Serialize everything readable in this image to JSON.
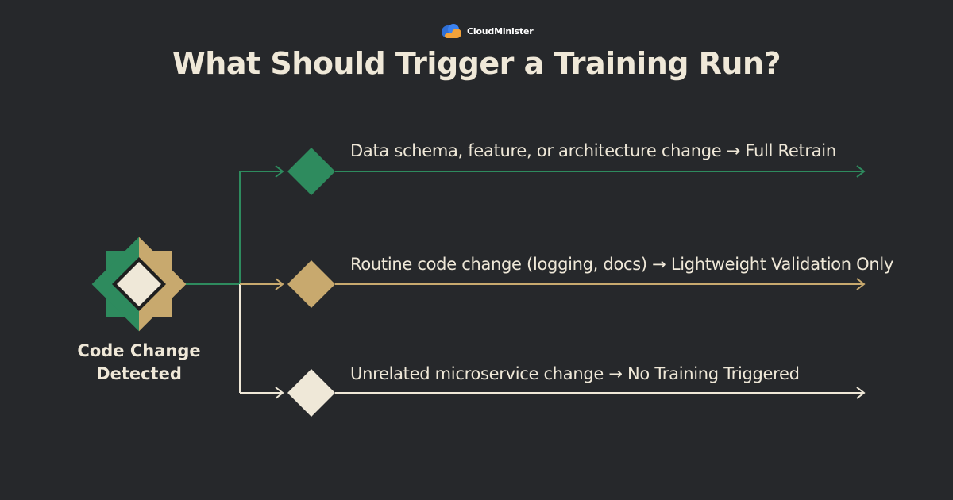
{
  "logo": {
    "text": "CloudMinister"
  },
  "title": "What Should Trigger a Training Run?",
  "root": {
    "label_line1": "Code Change",
    "label_line2": "Detected"
  },
  "branches": [
    {
      "label": "Data schema, feature, or architecture change → Full Retrain",
      "color": "#2e8b5e"
    },
    {
      "label": "Routine code change (logging, docs) → Lightweight Validation Only",
      "color": "#c8a96e"
    },
    {
      "label": "Unrelated microservice change → No Training Triggered",
      "color": "#efe8d8"
    }
  ],
  "colors": {
    "background": "#26282b",
    "green": "#2e8b5e",
    "tan": "#c8a96e",
    "cream": "#efe8d8",
    "dark": "#1f1f1f"
  }
}
